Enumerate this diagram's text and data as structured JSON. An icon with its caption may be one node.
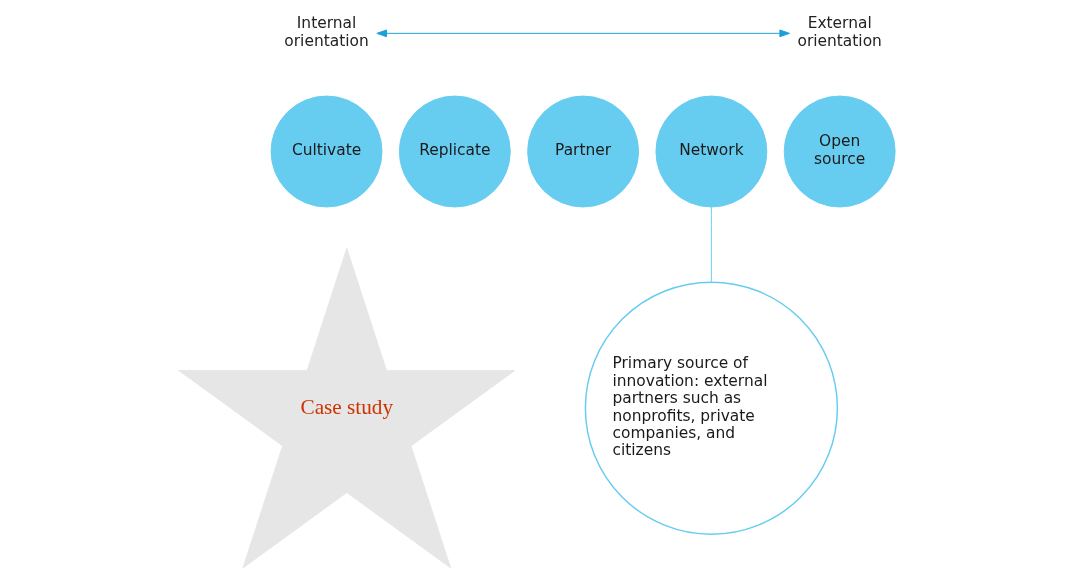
{
  "diagram": {
    "nodes": [
      {
        "text": [
          "Internal orientation"
        ]
      },
      {
        "text": [
          "External orientation"
        ]
      },
      {
        "text": [
          "Cultivate"
        ]
      },
      {
        "text": [
          "Replicate"
        ]
      },
      {
        "text": [
          "Partner"
        ]
      },
      {
        "text": [
          "Network"
        ]
      },
      {
        "text": [
          "Open source"
        ]
      },
      {
        "text": [
          "Primary source of innovation: external partners such as nonprofits, private companies, and citizens"
        ]
      },
      {
        "text": [
          "Case study"
        ]
      }
    ],
    "edges": [
      {
        "from": 0,
        "to": 1,
        "arrow": "both",
        "color": "#1a9fd8"
      },
      {
        "from": 5,
        "to": 7,
        "arrow": "none",
        "color": "#66ccf0"
      }
    ]
  }
}
